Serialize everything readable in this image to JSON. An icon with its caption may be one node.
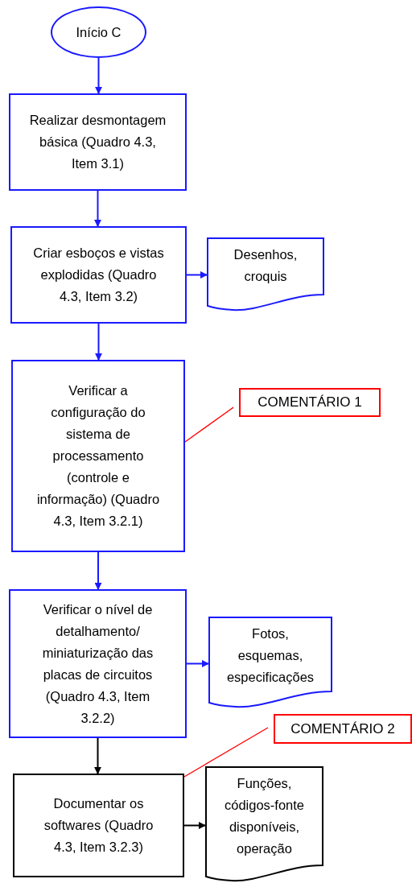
{
  "diagram": {
    "nodes": [
      {
        "text": [
          "Início C"
        ]
      },
      {
        "text": [
          "Realizar desmontagem básica (Quadro 4.3, Item 3.1)"
        ]
      },
      {
        "text": [
          "Criar esboços e vistas explodidas (Quadro 4.3, Item 3.2)"
        ]
      },
      {
        "text": [
          "Desenhos, croquis"
        ]
      },
      {
        "text": [
          "Verificar a configuração do sistema de processamento (controle e informação) (Quadro 4.3, Item 3.2.1)"
        ]
      },
      {
        "text": [
          "COMENTÁRIO 1"
        ]
      },
      {
        "text": [
          "Verificar o nível de detalhamento/ miniaturização das placas de circuitos (Quadro 4.3, Item 3.2.2)"
        ]
      },
      {
        "text": [
          "Fotos, esquemas, especificações"
        ]
      },
      {
        "text": [
          "COMENTÁRIO 2"
        ]
      },
      {
        "text": [
          "Documentar os softwares (Quadro 4.3, Item 3.2.3)"
        ]
      },
      {
        "text": [
          "Funções, códigos-fonte disponíveis, operação"
        ]
      }
    ],
    "edges": [
      {
        "from": 0,
        "to": 1,
        "arrow": "to"
      },
      {
        "from": 1,
        "to": 2,
        "arrow": "to"
      },
      {
        "from": 2,
        "to": 3,
        "arrow": "to"
      },
      {
        "from": 2,
        "to": 4,
        "arrow": "to"
      },
      {
        "from": 5,
        "to": 4,
        "arrow": "none",
        "color": "#ff0000"
      },
      {
        "from": 4,
        "to": 6,
        "arrow": "to"
      },
      {
        "from": 6,
        "to": 7,
        "arrow": "to"
      },
      {
        "from": 8,
        "to": 9,
        "arrow": "none",
        "color": "#ff0000"
      },
      {
        "from": 6,
        "to": 9,
        "arrow": "to",
        "color": "#000000"
      },
      {
        "from": 9,
        "to": 10,
        "arrow": "to",
        "color": "#000000"
      }
    ]
  }
}
